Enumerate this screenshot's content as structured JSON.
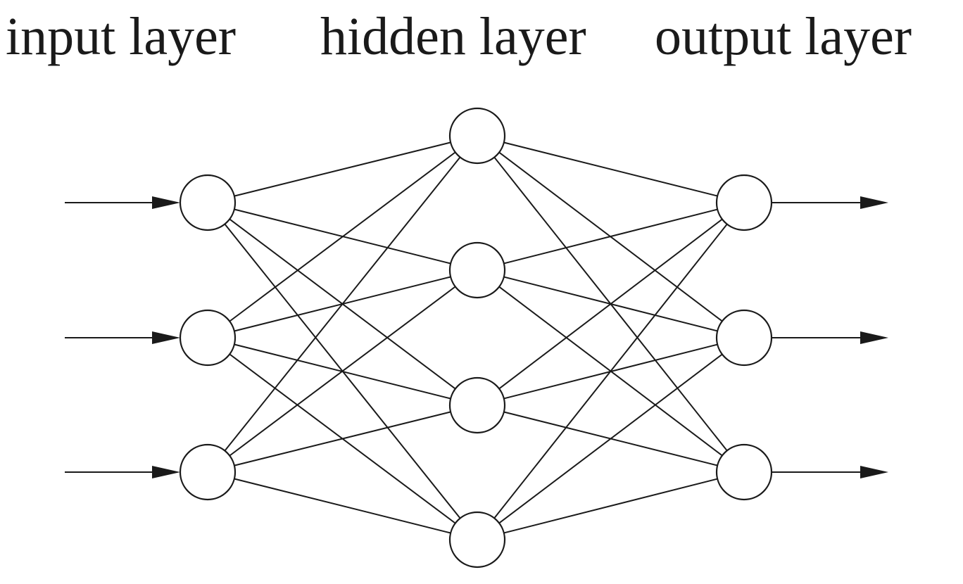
{
  "labels": {
    "input": "input layer",
    "hidden": "hidden layer",
    "output": "output layer"
  },
  "network": {
    "layers": [
      {
        "name": "input",
        "nodes": 3
      },
      {
        "name": "hidden",
        "nodes": 4
      },
      {
        "name": "output",
        "nodes": 3
      }
    ],
    "fully_connected": true,
    "input_arrows": 3,
    "output_arrows": 3
  },
  "colors": {
    "stroke": "#1a1a1a",
    "node_fill": "#ffffff",
    "background": "#ffffff"
  }
}
